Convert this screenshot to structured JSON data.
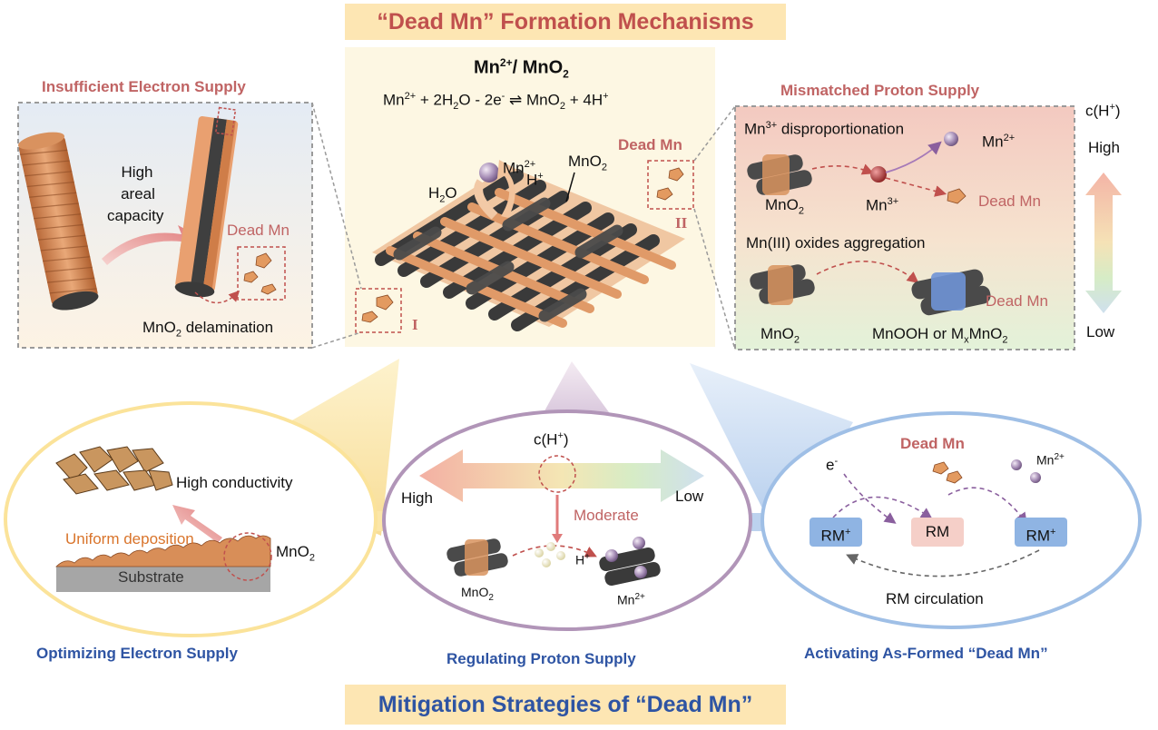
{
  "title_top": "“Dead Mn” Formation Mechanisms",
  "title_bottom": "Mitigation Strategies of “Dead Mn”",
  "center_panel": {
    "heading_main": "Mn",
    "heading_sup": "2+",
    "heading_rest": "/ MnO",
    "heading_sub": "2",
    "equation": {
      "p1": "Mn",
      "p1_sup": "2+",
      "p2": " + 2H",
      "p2_sub": "2",
      "p3": "O - 2e",
      "p3_sup": "-",
      "p4": " ⇌ MnO",
      "p4_sub": "2",
      "p5": " + 4H",
      "p5_sup": "+"
    },
    "mn2_label": "Mn",
    "mn2_sup": "2+",
    "h2o_label": "H",
    "h2o_sub": "2",
    "h2o_rest": "O",
    "hplus_label": "H",
    "hplus_sup": "+",
    "mno2_label": "MnO",
    "mno2_sub": "2",
    "dead_mn_label": "Dead Mn",
    "marker_1": "I",
    "marker_2": "II"
  },
  "left_panel": {
    "heading": "Insufficient Electron Supply",
    "high_line1": "High",
    "high_line2": "areal",
    "high_line3": "capacity",
    "dead_mn": "Dead Mn",
    "delam_1": "MnO",
    "delam_sub": "2",
    "delam_2": " delamination"
  },
  "right_panel": {
    "heading": "Mismatched Proton Supply",
    "disp_1": "Mn",
    "disp_sup": "3+",
    "disp_2": " disproportionation",
    "mn2_1": "Mn",
    "mn2_sup": "2+",
    "mno2_a": "MnO",
    "mno2_a_sub": "2",
    "mn3_1": "Mn",
    "mn3_sup": "3+",
    "dead_mn_a": "Dead Mn",
    "agg": "Mn(III) oxides aggregation",
    "mno2_b": "MnO",
    "mno2_b_sub": "2",
    "dead_mn_b": "Dead Mn",
    "mnooh_1": "MnOOH or M",
    "mnooh_sub": "x",
    "mnooh_2": "MnO",
    "mnooh_sub2": "2"
  },
  "gradient_scale": {
    "c_label_1": "c(H",
    "c_label_sup": "+",
    "c_label_2": ")",
    "high": "High",
    "low": "Low"
  },
  "strategy_left": {
    "high_conductivity": "High conductivity",
    "uniform_deposition": "Uniform deposition",
    "substrate": "Substrate",
    "mno2_1": "MnO",
    "mno2_sub": "2",
    "caption": "Optimizing Electron Supply"
  },
  "strategy_middle": {
    "c_label_1": "c(H",
    "c_label_sup": "+",
    "c_label_2": ")",
    "high": "High",
    "low": "Low",
    "moderate": "Moderate",
    "mno2_1": "MnO",
    "mno2_sub": "2",
    "hplus_1": "H",
    "hplus_sup": "+",
    "mn2_1": "Mn",
    "mn2_sup": "2+",
    "caption": "Regulating Proton Supply"
  },
  "strategy_right": {
    "dead_mn": "Dead Mn",
    "e_1": "e",
    "e_sup": "-",
    "mn2_1": "Mn",
    "mn2_sup": "2+",
    "rm_plus_1": "RM",
    "rm_plus_sup": "+",
    "rm": "RM",
    "rm_plus_2": "RM",
    "rm_plus_2_sup": "+",
    "circulation": "RM circulation",
    "caption": "Activating As-Formed “Dead Mn”"
  },
  "colors": {
    "accent_red": "#c06464",
    "accent_blue": "#2e54a3",
    "title_fill": "#fde6b3",
    "oval_yellow": "#fbe39a",
    "oval_purple": "#b195b8",
    "oval_blue": "#9fbfe6",
    "mno2_orange": "#e8a070",
    "carbon_gray": "#3a3a3a"
  }
}
